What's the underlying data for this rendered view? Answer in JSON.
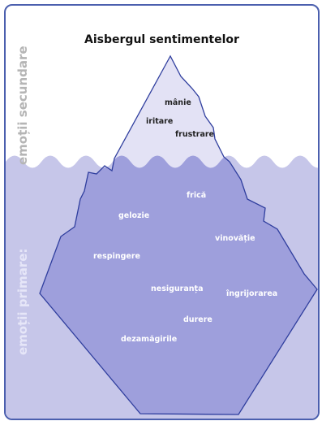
{
  "title": "Aisbergul  sentimentelor",
  "labels": {
    "secondary": "emoții secundare",
    "primary": "emoții primare:"
  },
  "secondary_emotions": [
    "mânie",
    "iritare",
    "frustrare"
  ],
  "primary_emotions": [
    "frică",
    "gelozie",
    "vinovăție",
    "respingere",
    "nesiguranța",
    "îngrijorarea",
    "durere",
    "dezamăgirile"
  ],
  "colors": {
    "frame": "#4b5fae",
    "water": "#c6c6e9",
    "iceberg_underwater": "#9e9fdc",
    "iceberg_tip": "#e3e2f5",
    "outline": "#2f3e9e"
  }
}
